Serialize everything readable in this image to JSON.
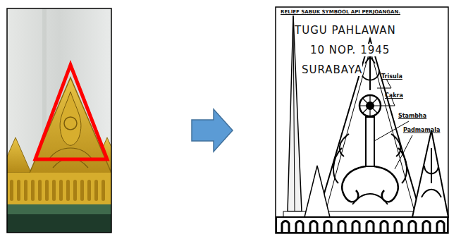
{
  "diagram": {
    "labels": [
      "RELIEF SABUK SYMBOOL API PERJOANGAN.",
      "TUGU PAHLAWAN",
      "10 NOP. 1945",
      "SURABAYA",
      "Trisula",
      "Cakra",
      "Stambha",
      "Padmamala"
    ]
  }
}
